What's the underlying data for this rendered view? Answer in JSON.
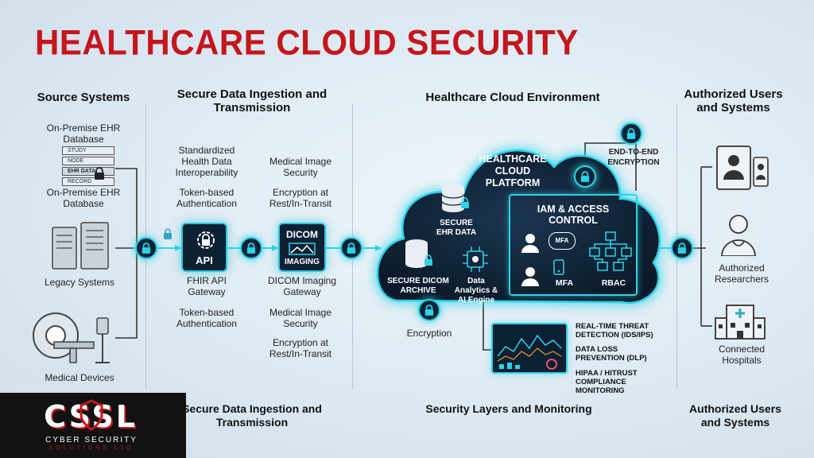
{
  "title": "HEALTHCARE CLOUD SECURITY",
  "columns": {
    "source": "Source Systems",
    "ingestion": "Secure Data Ingestion and Transmission",
    "cloud": "Healthcare Cloud Environment",
    "users": "Authorized Users and Systems"
  },
  "source_items": {
    "ehr_top": "On-Premise EHR Database",
    "ehr_bottom": "On-Premise EHR Database",
    "ehr_rows": [
      "STUDY",
      "NODE",
      "EHR DATA",
      "RECORD"
    ],
    "legacy": "Legacy Systems",
    "devices": "Medical Devices"
  },
  "ingestion_items": {
    "std": "Standardized Health Data Interoperability",
    "token_top": "Token-based Authentication",
    "img_sec_top": "Medical Image Security",
    "enc_top": "Encryption at Rest/In-Transit",
    "api_label": "API",
    "dicom_label1": "DICOM",
    "dicom_label2": "IMAGING",
    "fhir": "FHIR API Gateway",
    "dicom_gw": "DICOM Imaging Gateway",
    "token_bottom": "Token-based Authentication",
    "img_sec_bottom": "Medical Image Security",
    "enc_bottom": "Encryption at Rest/In-Transit"
  },
  "cloud_items": {
    "platform": "HEALTHCARE CLOUD PLATFORM",
    "ehr": "SECURE EHR DATA",
    "dicom_archive": "SECURE DICOM ARCHIVE",
    "analytics": "Data Analytics & AI Engine",
    "iam": "IAM & ACCESS CONTROL",
    "mfa_badge": "MFA",
    "mfa": "MFA",
    "rbac": "RBAC",
    "e2e": "END-TO-END ENCRYPTION",
    "encryption": "Encryption"
  },
  "monitoring": {
    "threat": "REAL-TIME THREAT DETECTION (IDS/IPS)",
    "dlp": "DATA LOSS PREVENTION (DLP)",
    "hipaa": "HIPAA / HITRUST COMPLIANCE MONITORING"
  },
  "users_items": {
    "researchers": "Authorized Researchers",
    "hospitals": "Connected Hospitals"
  },
  "footer": {
    "ingestion": "Secure Data Ingestion and Transmission",
    "monitoring": "Security Layers and Monitoring",
    "users": "Authorized Users and Systems"
  },
  "logo": {
    "mark": "CSSL",
    "line1": "CYBER SECURITY",
    "line2": "SOLUTIONS LTD"
  },
  "colors": {
    "title": "#c4161c",
    "accent": "#2ed3e6",
    "dark": "#0e2033"
  }
}
